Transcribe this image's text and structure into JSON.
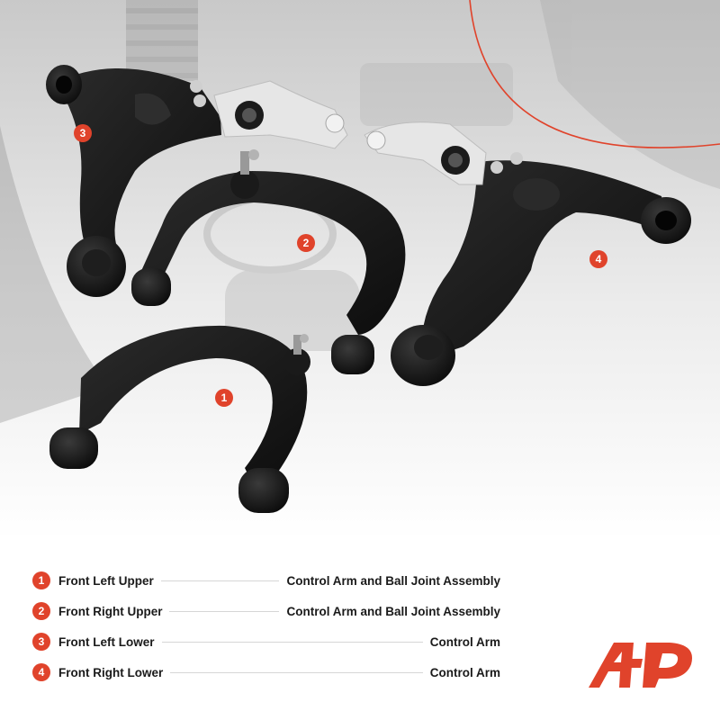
{
  "colors": {
    "accent": "#e0432b",
    "text": "#1a1a1a",
    "part": "#161616",
    "aluminum": "#e8e8e8"
  },
  "parts": [
    {
      "number": "1",
      "position": "Front Left Upper",
      "description": "Control Arm and Ball Joint Assembly"
    },
    {
      "number": "2",
      "position": "Front Right Upper",
      "description": "Control Arm and Ball Joint Assembly"
    },
    {
      "number": "3",
      "position": "Front Left Lower",
      "description": "Control Arm"
    },
    {
      "number": "4",
      "position": "Front Right Lower",
      "description": "Control Arm"
    }
  ],
  "icons": {
    "logo": "brand-logo-icon"
  }
}
